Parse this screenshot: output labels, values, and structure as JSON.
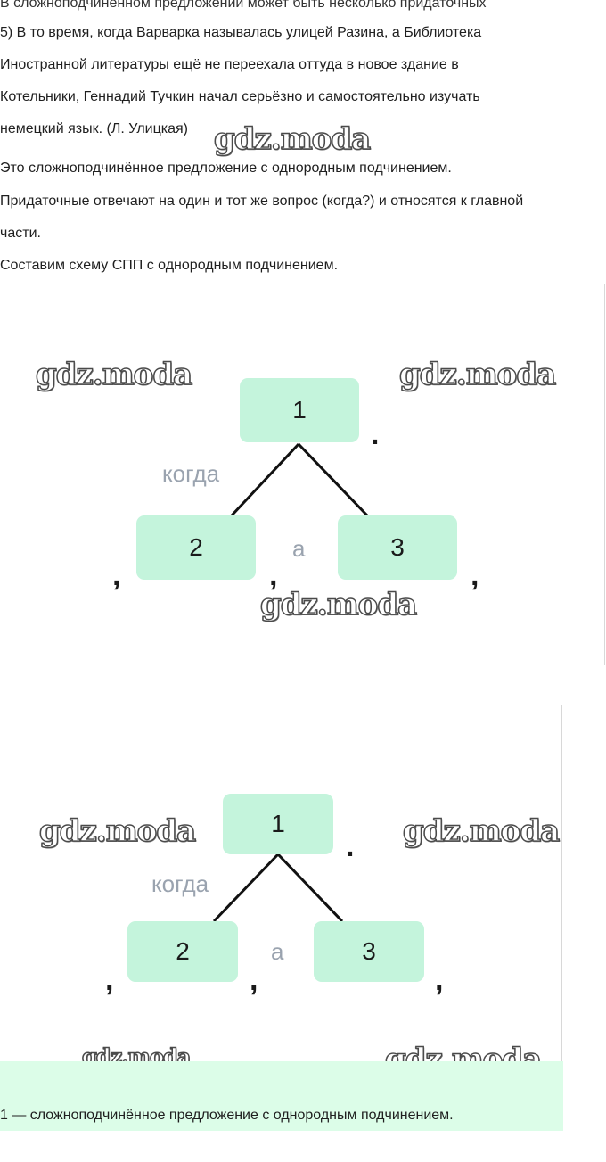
{
  "text": {
    "cut_line": "В сложноподчинённом предложении может быть несколько придаточных",
    "example": [
      "5) В то время, когда Варварка называлась улицей Разина, а Библиотека",
      "Иностранной литературы ещё не переехала оттуда в новое здание в",
      "Котельники, Геннадий Тучкин начал серьёзно и самостоятельно изучать",
      "немецкий язык. (Л. Улицкая)"
    ],
    "explanation": [
      "Это сложноподчинённое предложение с однородным подчинением.",
      "Придаточные отвечают на один и тот же вопрос (когда?) и относятся к главной",
      "части.",
      "Составим схему СПП с однородным подчинением."
    ],
    "summary": "1 — сложноподчинённое предложение с однородным подчинением."
  },
  "watermark": "gdz.moda",
  "diagram": {
    "main": "1",
    "sub1": "2",
    "sub2": "3",
    "question": "когда",
    "conjunction": "а",
    "comma": ",",
    "period": "."
  },
  "colors": {
    "node_fill": "#c4f4dc",
    "label_gray": "#9aa3af",
    "summary_bg": "#dcfde8"
  }
}
